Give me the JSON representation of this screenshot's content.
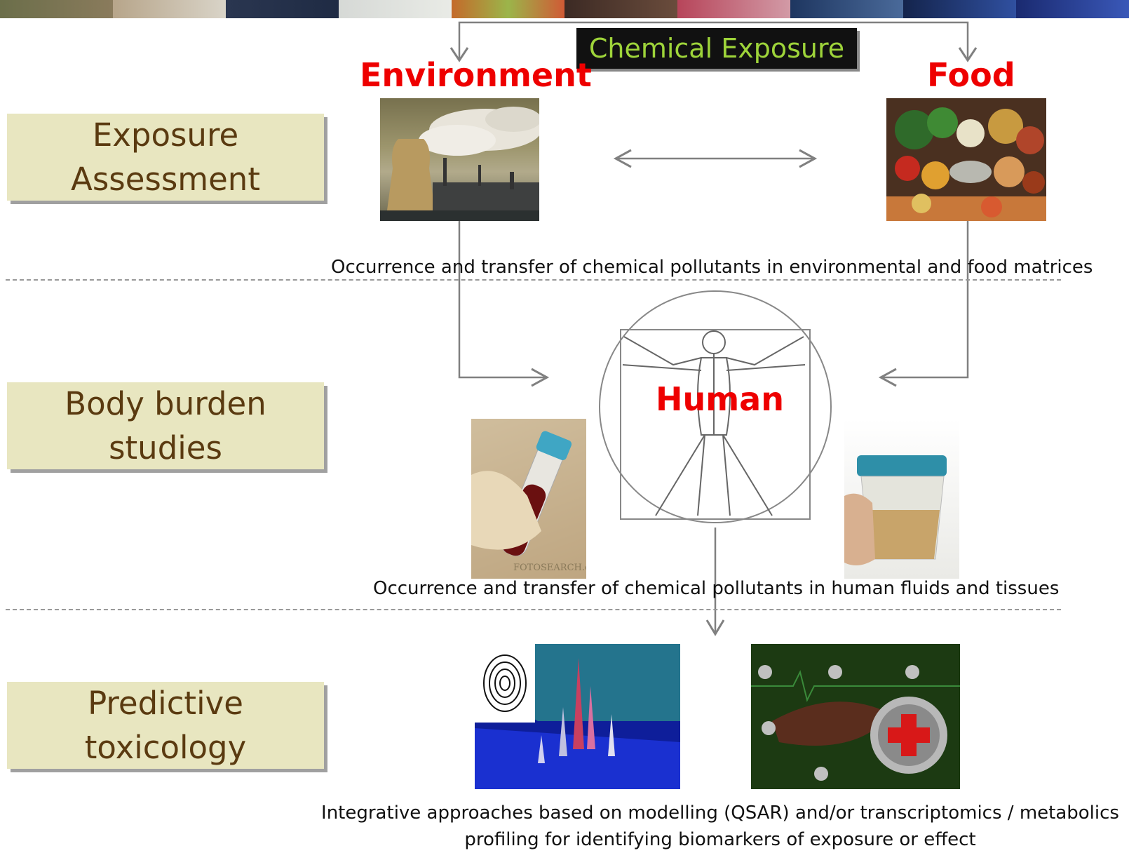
{
  "title": "Chemical Exposure",
  "sources": {
    "environment": "Environment",
    "food": "Food",
    "human": "Human"
  },
  "stages": [
    {
      "label": "Exposure\nAssessment"
    },
    {
      "label": "Body burden\nstudies"
    },
    {
      "label": "Predictive\ntoxicology"
    }
  ],
  "captions": {
    "environment_food": "Occurrence and transfer of chemical pollutants in environmental and food matrices",
    "human_fluids": "Occurrence and transfer of chemical pollutants in human fluids and tissues",
    "predictive_line1": "Integrative approaches based on modelling (QSAR) and/or transcriptomics / metabolics",
    "predictive_line2": "profiling for identifying biomarkers of exposure or effect"
  },
  "image_labels": {
    "blood_watermark": "FOTOSEARCH.com"
  },
  "colors": {
    "stage_fill": "#e8e6c0",
    "stage_text": "#5a3a10",
    "heading_red": "#ee0000",
    "title_bg": "#111111",
    "title_text": "#9ed43a",
    "arrow": "#808080"
  }
}
